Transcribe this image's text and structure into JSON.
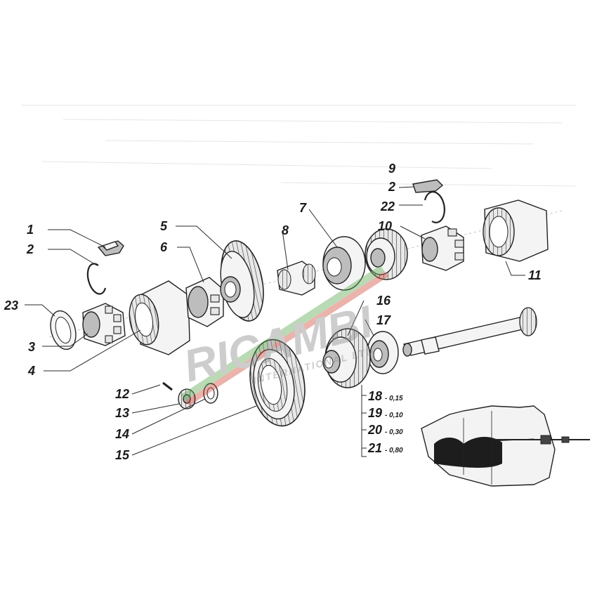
{
  "diagram": {
    "labels": [
      {
        "id": "1",
        "text": "1"
      },
      {
        "id": "2a",
        "text": "2"
      },
      {
        "id": "23",
        "text": "23"
      },
      {
        "id": "3",
        "text": "3"
      },
      {
        "id": "4",
        "text": "4"
      },
      {
        "id": "5",
        "text": "5"
      },
      {
        "id": "6",
        "text": "6"
      },
      {
        "id": "7",
        "text": "7"
      },
      {
        "id": "8",
        "text": "8"
      },
      {
        "id": "9",
        "text": "9"
      },
      {
        "id": "2b",
        "text": "2"
      },
      {
        "id": "22",
        "text": "22"
      },
      {
        "id": "10",
        "text": "10"
      },
      {
        "id": "11",
        "text": "11"
      },
      {
        "id": "16",
        "text": "16"
      },
      {
        "id": "17",
        "text": "17"
      },
      {
        "id": "12",
        "text": "12"
      },
      {
        "id": "13",
        "text": "13"
      },
      {
        "id": "14",
        "text": "14"
      },
      {
        "id": "15",
        "text": "15"
      }
    ],
    "shims": [
      {
        "number": "18",
        "thickness": "- 0,15"
      },
      {
        "number": "19",
        "thickness": "- 0,10"
      },
      {
        "number": "20",
        "thickness": "- 0,30"
      },
      {
        "number": "21",
        "thickness": "- 0,80"
      }
    ]
  },
  "watermark": {
    "brand": "RICAMBI",
    "sub": "INTERNATIONAL LTD",
    "colors": {
      "green": "#5aa84f",
      "red": "#d24a3c",
      "grey": "#8a8a8a"
    }
  }
}
